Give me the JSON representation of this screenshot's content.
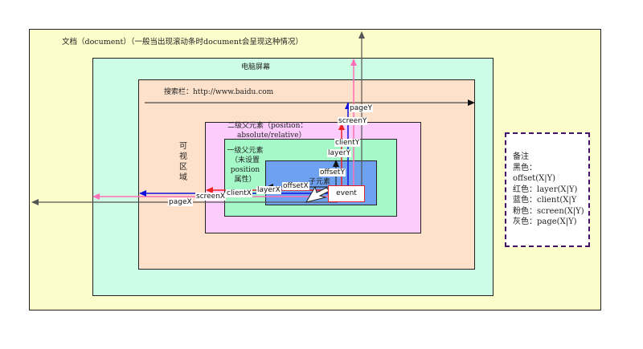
{
  "document_label": "文档（document）（一般当出现滚动条时document会呈现这种情况）",
  "screen_label": "电脑屏幕",
  "address_bar_label": "搜索栏：http://www.baidu.com",
  "viewport_label": [
    "可",
    "视",
    "区",
    "域"
  ],
  "grandparent_label": [
    "二级父元素（position：",
    "absolute/relative）"
  ],
  "parent_label": [
    "一级父元素",
    "（未设置",
    "position",
    "属性）"
  ],
  "child_label": "子元素",
  "event_label": "event",
  "horizontal_tags": {
    "page": "pageX",
    "screen": "screenX",
    "client": "clientX",
    "layer": "layerX",
    "offset": "offsetX"
  },
  "vertical_tags": {
    "page": "pageY",
    "screen": "screenY",
    "client": "clientY",
    "layer": "layerY",
    "offset": "offsetY"
  },
  "legend": {
    "title": "备注",
    "lines": [
      "黑色：",
      "offset(X|Y)",
      "红色：layer(X|Y)",
      "蓝色：client(X|Y",
      "粉色：screen(X|Y)",
      "灰色：page(X|Y)"
    ]
  },
  "colors": {
    "document_bg": "#fdfccb",
    "screen_bg": "#cdfde4",
    "viewport_bg": "#fde1cb",
    "grandparent_bg": "#fcccfd",
    "parent_bg": "#a5f8c8",
    "child_bg": "#6ea2f0",
    "event_border": "#e0202a",
    "offset": "#111111",
    "layer": "#ee2222",
    "client": "#1111dd",
    "screen": "#ff6fb5",
    "page": "#555555",
    "legend_border": "#441166"
  }
}
